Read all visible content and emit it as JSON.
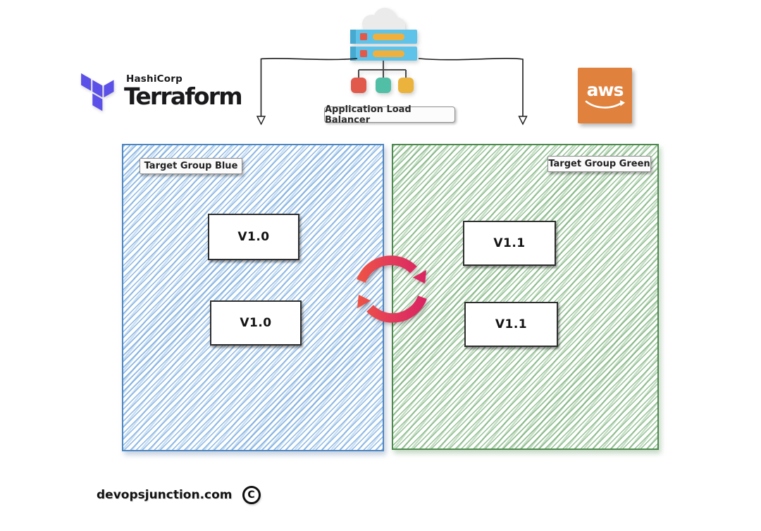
{
  "header": {
    "terraform": {
      "company": "HashiCorp",
      "product": "Terraform"
    },
    "aws": {
      "wordmark": "aws"
    },
    "load_balancer": {
      "label": "Application Load Balancer"
    }
  },
  "groups": {
    "blue": {
      "label": "Target Group Blue",
      "instances": [
        {
          "version": "V1.0"
        },
        {
          "version": "V1.0"
        }
      ]
    },
    "green": {
      "label": "Target Group Green",
      "instances": [
        {
          "version": "V1.1"
        },
        {
          "version": "V1.1"
        }
      ]
    }
  },
  "footer": {
    "site": "devopsjunction.com",
    "copyright_symbol": "C"
  },
  "colors": {
    "terraform_purple": "#5B51E8",
    "aws_orange": "#E0823E",
    "blue_panel_border": "#4E86C0",
    "green_panel_border": "#4D8A4D",
    "swap_gradient_start": "#F25C3C",
    "swap_gradient_end": "#D81B63",
    "server_blue": "#5EC2E9",
    "node_red": "#E0594B",
    "node_teal": "#50BFA5",
    "node_yellow": "#EBB33C"
  }
}
